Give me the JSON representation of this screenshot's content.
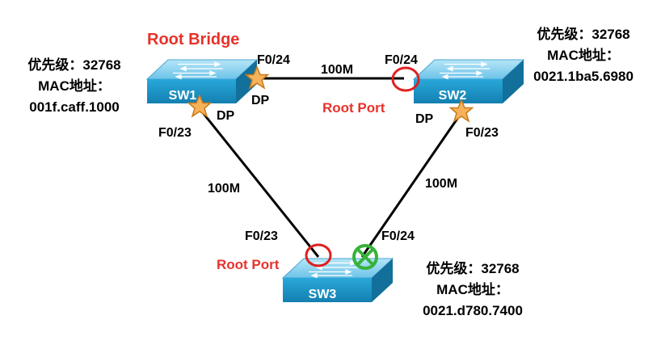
{
  "colors": {
    "link": "#000000",
    "switch_top": "#8fd3ef",
    "switch_front": "#1f98cc",
    "switch_side": "#126f98",
    "root_label": "#e8322b",
    "root_port_circle": "#e02020",
    "dp_star_fill": "#f6b25a",
    "dp_star_stroke": "#c97a1a",
    "blocked_circle": "#37b23a"
  },
  "switches": [
    {
      "id": "sw1",
      "label": "SW1"
    },
    {
      "id": "sw2",
      "label": "SW2"
    },
    {
      "id": "sw3",
      "label": "SW3"
    }
  ],
  "labels": {
    "root_bridge": "Root Bridge",
    "sw1_priority": "优先级：32768",
    "sw1_mac_title": "MAC地址：",
    "sw1_mac": "001f.caff.1000",
    "sw2_priority": "优先级：32768",
    "sw2_mac_title": "MAC地址：",
    "sw2_mac": "0021.1ba5.6980",
    "sw3_priority": "优先级：32768",
    "sw3_mac_title": "MAC地址：",
    "sw3_mac": "0021.d780.7400",
    "sw1_f024": "F0/24",
    "sw1_f023": "F0/23",
    "sw2_f024": "F0/24",
    "sw2_f023": "F0/23",
    "sw3_f023": "F0/23",
    "sw3_f024": "F0/24",
    "link_top": "100M",
    "link_left": "100M",
    "link_right": "100M",
    "dp_sw1_f024": "DP",
    "dp_sw1_f023": "DP",
    "dp_sw2_f023": "DP",
    "rp_sw2": "Root Port",
    "rp_sw3": "Root Port"
  }
}
